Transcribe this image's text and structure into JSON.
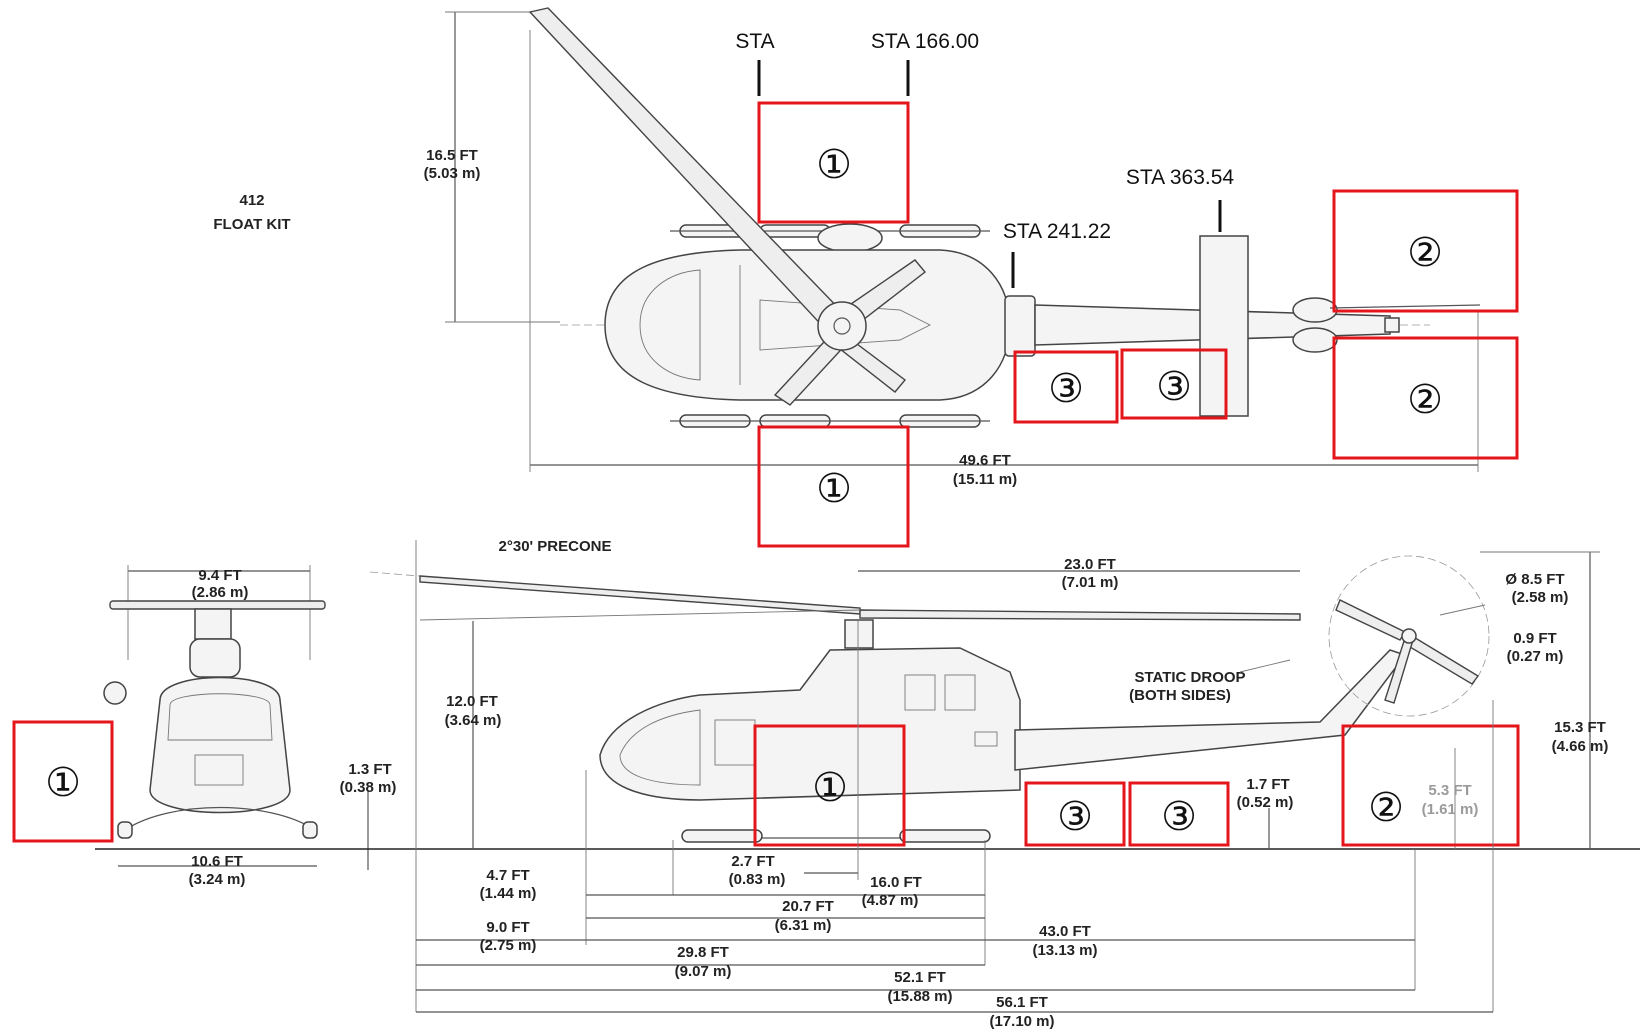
{
  "title": {
    "model": "412",
    "kit": "FLOAT KIT"
  },
  "zone_labels": {
    "one": "①",
    "two": "②",
    "three": "③"
  },
  "stations": {
    "sta": "STA",
    "sta_166": "STA 166.00",
    "sta_241": "STA 241.22",
    "sta_363": "STA 363.54"
  },
  "dimensions": {
    "top_height_ft": "16.5 FT",
    "top_height_m": "(5.03 m)",
    "top_length_ft": "49.6 FT",
    "top_length_m": "(15.11 m)",
    "front_rotor_ft": "9.4 FT",
    "front_rotor_m": "(2.86 m)",
    "front_clear_ft": "1.3 FT",
    "front_clear_m": "(0.38 m)",
    "front_width_ft": "10.6 FT",
    "front_width_m": "(3.24 m)",
    "precone": "2°30' PRECONE",
    "blade_ft": "23.0 FT",
    "blade_m": "(7.01 m)",
    "tail_diam_ft": "Ø 8.5 FT",
    "tail_diam_m": "(2.58 m)",
    "tail_clear_ft": "0.9 FT",
    "tail_clear_m": "(0.27 m)",
    "static_droop_1": "STATIC DROOP",
    "static_droop_2": "(BOTH SIDES)",
    "side_height_ft": "12.0 FT",
    "side_height_m": "(3.64 m)",
    "overall_height_ft": "15.3 FT",
    "overall_height_m": "(4.66 m)",
    "tailboom_ft": "1.7 FT",
    "tailboom_m": "(0.52 m)",
    "tailrotor_h_ft": "5.3 FT",
    "tailrotor_h_m": "(1.61 m)",
    "d_4_7_ft": "4.7 FT",
    "d_4_7_m": "(1.44 m)",
    "d_2_7_ft": "2.7 FT",
    "d_2_7_m": "(0.83 m)",
    "d_16_0_ft": "16.0 FT",
    "d_16_0_m": "(4.87 m)",
    "d_20_7_ft": "20.7 FT",
    "d_20_7_m": "(6.31 m)",
    "d_9_0_ft": "9.0 FT",
    "d_9_0_m": "(2.75 m)",
    "d_43_0_ft": "43.0 FT",
    "d_43_0_m": "(13.13 m)",
    "d_29_8_ft": "29.8 FT",
    "d_29_8_m": "(9.07 m)",
    "d_52_1_ft": "52.1 FT",
    "d_52_1_m": "(15.88 m)",
    "d_56_1_ft": "56.1 FT",
    "d_56_1_m": "(17.10 m)"
  },
  "colors": {
    "zone_box": "#e4161b",
    "line": "#555555"
  }
}
